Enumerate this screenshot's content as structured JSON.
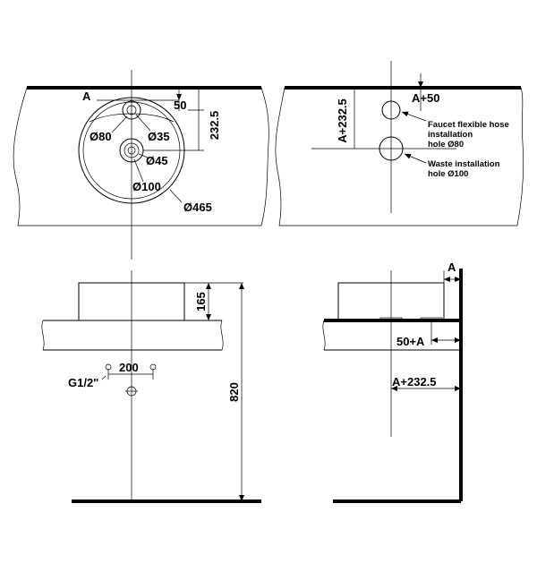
{
  "views": {
    "top_left": {
      "label_a": "A",
      "dim_50": "50",
      "dim_232_5": "232.5",
      "dia_80": "Ø80",
      "dia_35": "Ø35",
      "dia_45": "Ø45",
      "dia_100": "Ø100",
      "dia_465": "Ø465"
    },
    "top_right": {
      "dim_a_plus_50": "A+50",
      "dim_a_plus_232_5": "A+232.5",
      "faucet_line1": "Faucet flexible hose",
      "faucet_line2": "installation",
      "faucet_line3": "hole Ø80",
      "waste_line1": "Waste installation",
      "waste_line2": "hole Ø100"
    },
    "bottom_left": {
      "dim_165": "165",
      "dim_200": "200",
      "thread": "G1/2\"",
      "dim_820": "820"
    },
    "bottom_right": {
      "label_a": "A",
      "dim_50_plus_a": "50+A",
      "dim_a_plus_232_5": "A+232.5"
    }
  }
}
